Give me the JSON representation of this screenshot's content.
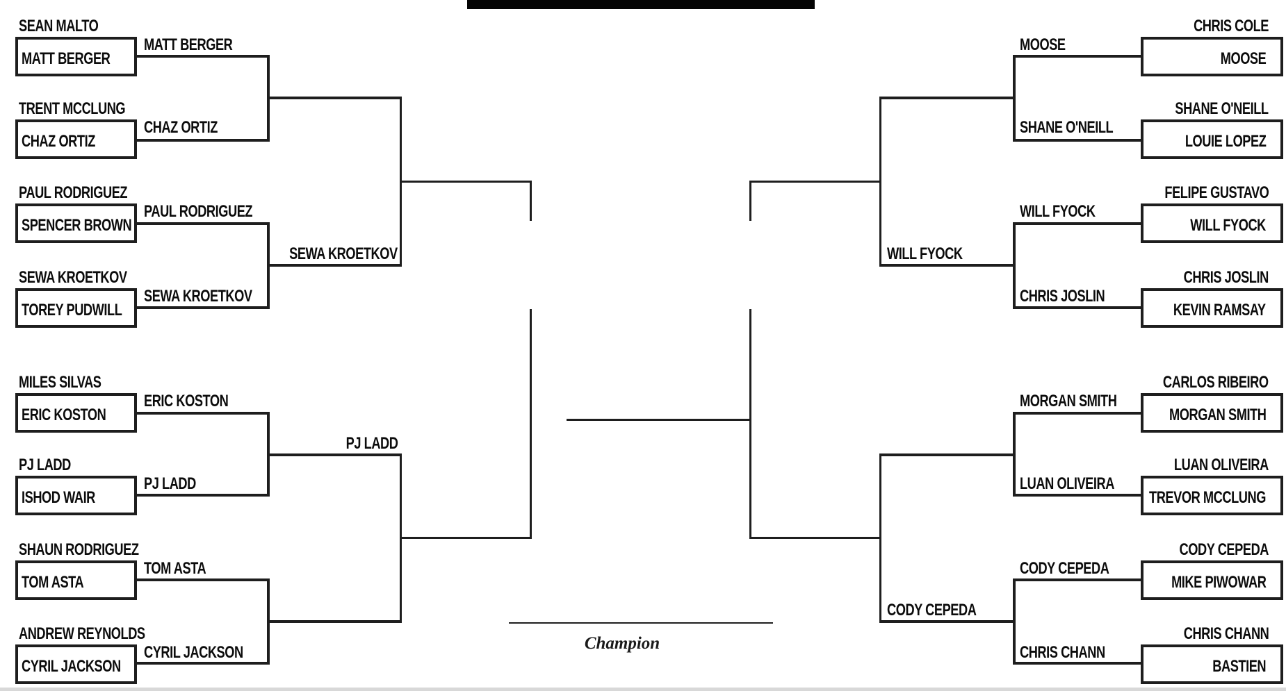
{
  "champion": {
    "label": "Champion"
  },
  "bracket": {
    "left": {
      "round1": [
        {
          "player1": "SEAN MALTO",
          "player2": "MATT BERGER",
          "winner": "MATT BERGER"
        },
        {
          "player1": "TRENT MCCLUNG",
          "player2": "CHAZ ORTIZ",
          "winner": "CHAZ ORTIZ"
        },
        {
          "player1": "PAUL RODRIGUEZ",
          "player2": "SPENCER BROWN",
          "winner": "PAUL RODRIGUEZ"
        },
        {
          "player1": "SEWA KROETKOV",
          "player2": "TOREY PUDWILL",
          "winner": "SEWA KROETKOV"
        },
        {
          "player1": "MILES SILVAS",
          "player2": "ERIC KOSTON",
          "winner": "ERIC KOSTON"
        },
        {
          "player1": "PJ LADD",
          "player2": "ISHOD WAIR",
          "winner": "PJ LADD"
        },
        {
          "player1": "SHAUN RODRIGUEZ",
          "player2": "TOM ASTA",
          "winner": "TOM ASTA"
        },
        {
          "player1": "ANDREW REYNOLDS",
          "player2": "CYRIL JACKSON",
          "winner": "CYRIL JACKSON"
        }
      ],
      "round2_winners": [
        "",
        "SEWA KROETKOV",
        "PJ LADD",
        ""
      ]
    },
    "right": {
      "round1": [
        {
          "player1": "CHRIS COLE",
          "player2": "MOOSE",
          "winner": "MOOSE"
        },
        {
          "player1": "SHANE O'NEILL",
          "player2": "LOUIE LOPEZ",
          "winner": "SHANE O'NEILL"
        },
        {
          "player1": "FELIPE GUSTAVO",
          "player2": "WILL FYOCK",
          "winner": "WILL FYOCK"
        },
        {
          "player1": "CHRIS JOSLIN",
          "player2": "KEVIN RAMSAY",
          "winner": "CHRIS JOSLIN"
        },
        {
          "player1": "CARLOS RIBEIRO",
          "player2": "MORGAN SMITH",
          "winner": "MORGAN SMITH"
        },
        {
          "player1": "LUAN OLIVEIRA",
          "player2": "TREVOR MCCLUNG",
          "winner": "LUAN OLIVEIRA"
        },
        {
          "player1": "CODY CEPEDA",
          "player2": "MIKE PIWOWAR",
          "winner": "CODY CEPEDA"
        },
        {
          "player1": "CHRIS CHANN",
          "player2": "BASTIEN",
          "winner": "CHRIS CHANN"
        }
      ],
      "round2_winners": [
        "",
        "WILL FYOCK",
        "",
        "CODY CEPEDA"
      ]
    }
  }
}
